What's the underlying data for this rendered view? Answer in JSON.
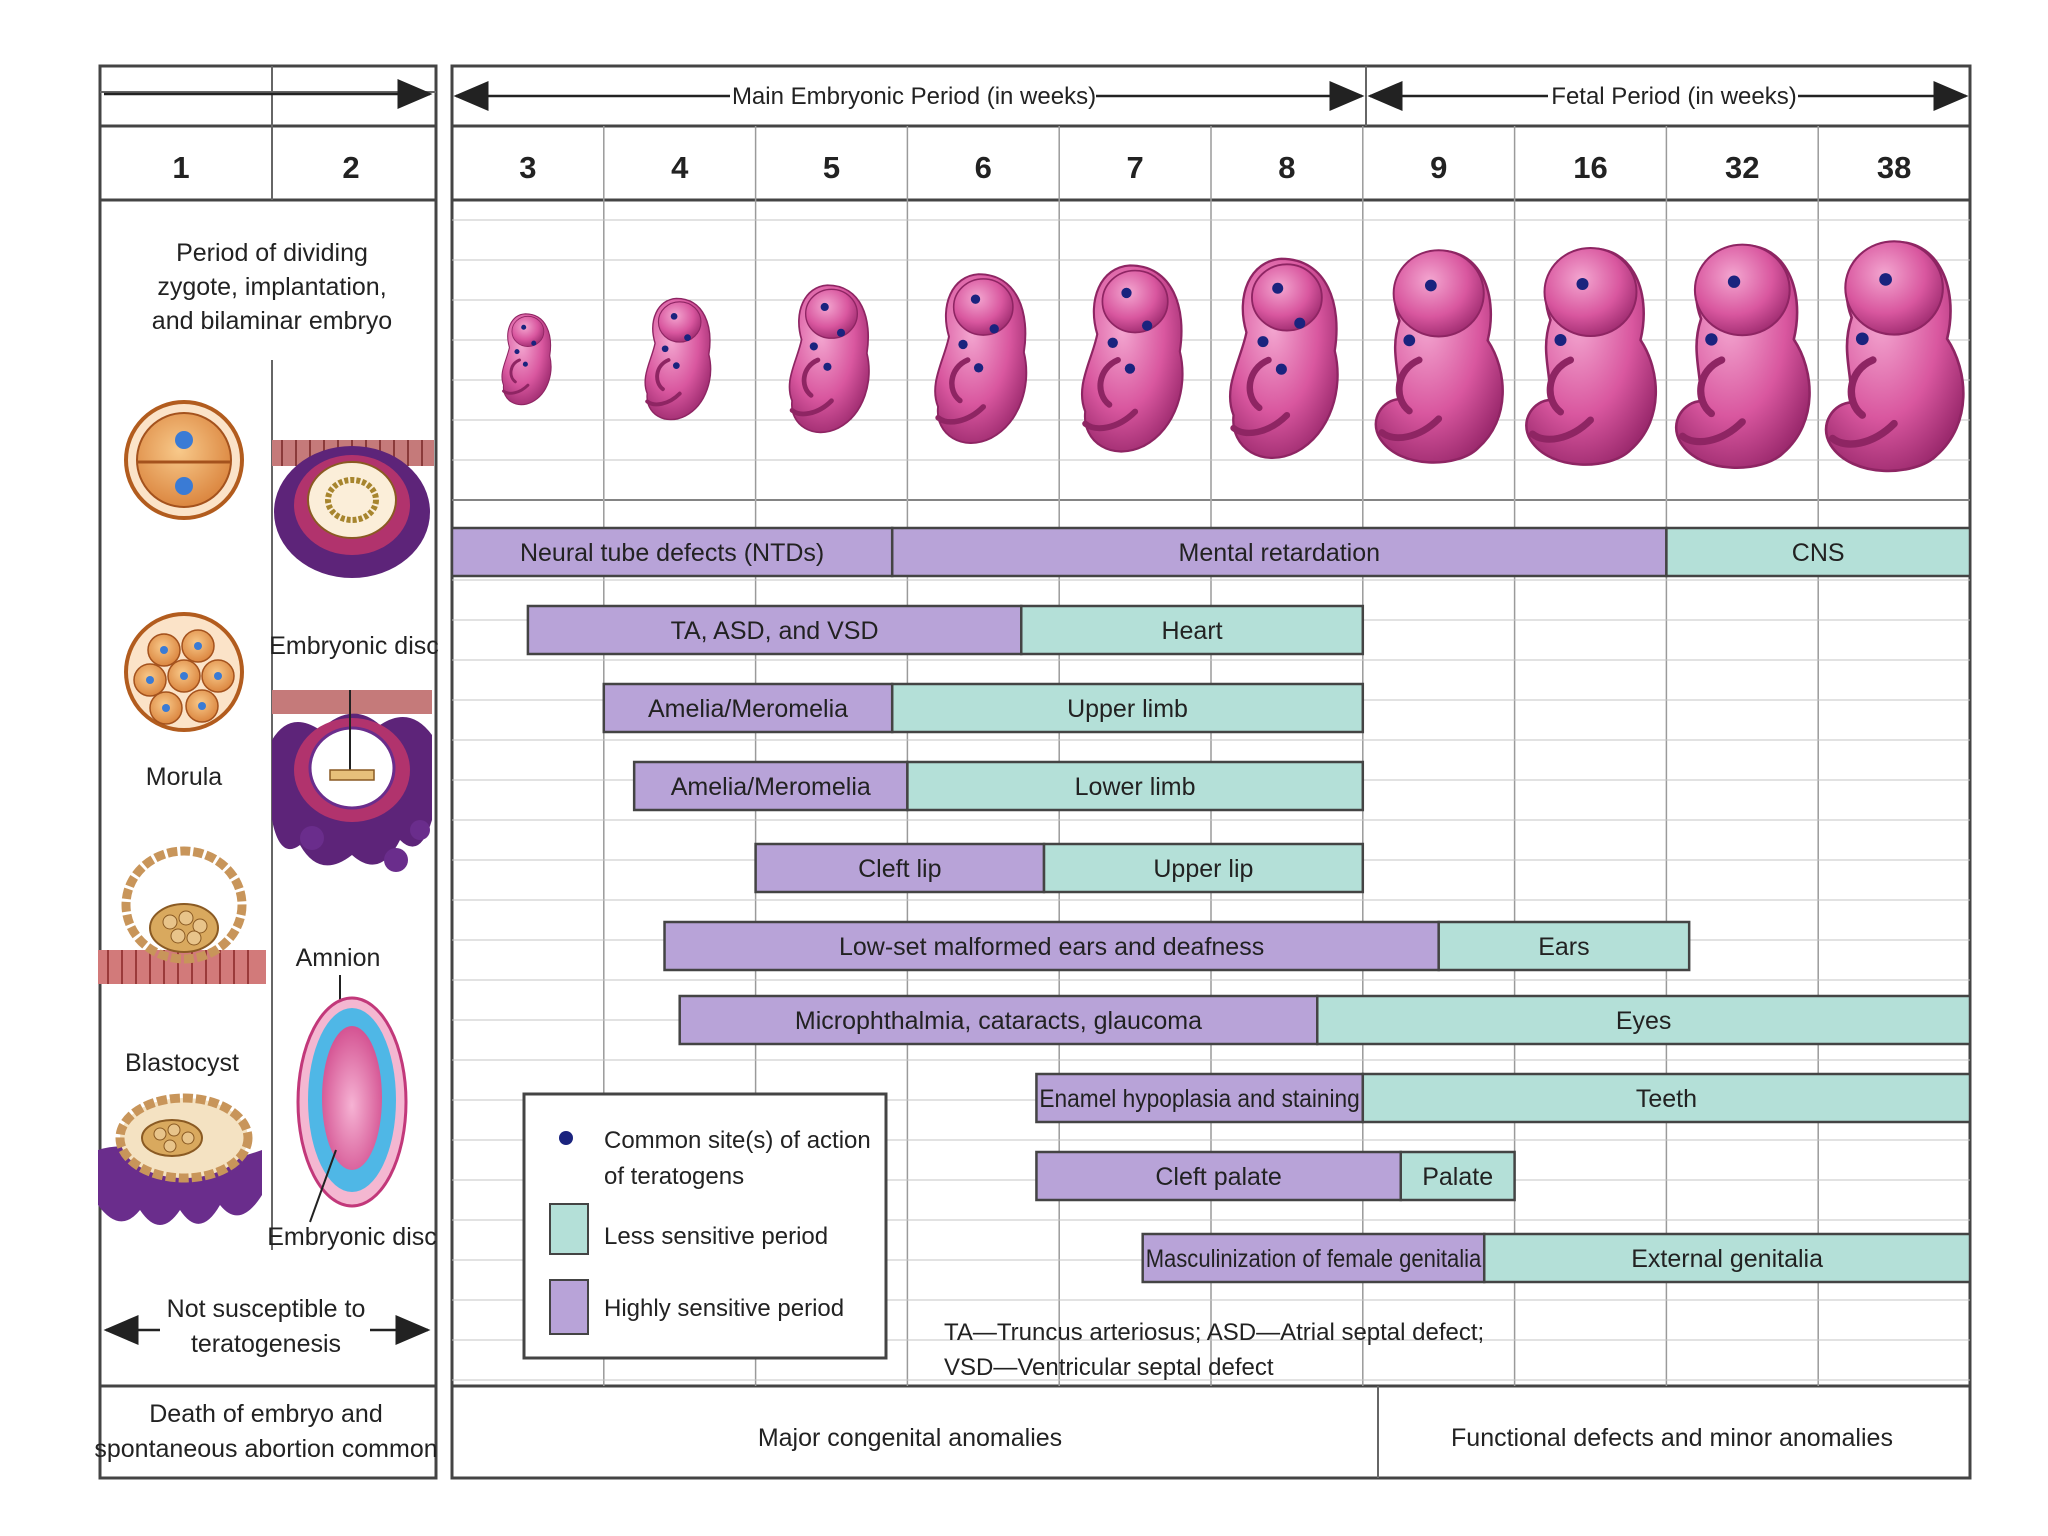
{
  "header": {
    "embryonic_period": "Main Embryonic Period (in weeks)",
    "fetal_period": "Fetal Period (in weeks)",
    "weeks_early": [
      "1",
      "2"
    ],
    "weeks_main": [
      "3",
      "4",
      "5",
      "6",
      "7",
      "8",
      "9",
      "16",
      "32",
      "38"
    ]
  },
  "left_panel": {
    "period_text": [
      "Period of dividing",
      "zygote, implantation,",
      "and bilaminar embryo"
    ],
    "morula": "Morula",
    "blastocyst": "Blastocyst",
    "embryonic_disc_1": "Embryonic disc",
    "amnion": "Amnion",
    "embryonic_disc_2": "Embryonic disc",
    "not_susceptible": [
      "Not susceptible to",
      "teratogenesis"
    ],
    "death_text": [
      "Death of embryo and",
      "spontaneous abortion common"
    ]
  },
  "bars": [
    {
      "row": 0,
      "segments": [
        {
          "label": "Neural tube defects (NTDs)",
          "type": "high",
          "start": 3,
          "end": 5.9
        },
        {
          "label": "Mental retardation",
          "type": "high",
          "start": 5.9,
          "end": 11.0
        },
        {
          "label": "CNS",
          "type": "less",
          "start": 11.0,
          "end": 13.0
        }
      ]
    },
    {
      "row": 1,
      "segments": [
        {
          "label": "TA, ASD, and VSD",
          "type": "high",
          "start": 3.5,
          "end": 6.75
        },
        {
          "label": "Heart",
          "type": "less",
          "start": 6.75,
          "end": 9.0
        }
      ]
    },
    {
      "row": 2,
      "segments": [
        {
          "label": "Amelia/Meromelia",
          "type": "high",
          "start": 4.0,
          "end": 5.9
        },
        {
          "label": "Upper limb",
          "type": "less",
          "start": 5.9,
          "end": 9.0
        }
      ]
    },
    {
      "row": 3,
      "segments": [
        {
          "label": "Amelia/Meromelia",
          "type": "high",
          "start": 4.2,
          "end": 6.0
        },
        {
          "label": "Lower limb",
          "type": "less",
          "start": 6.0,
          "end": 9.0
        }
      ]
    },
    {
      "row": 4,
      "segments": [
        {
          "label": "Cleft lip",
          "type": "high",
          "start": 5.0,
          "end": 6.9
        },
        {
          "label": "Upper lip",
          "type": "less",
          "start": 6.9,
          "end": 9.0
        }
      ]
    },
    {
      "row": 5,
      "segments": [
        {
          "label": "Low-set malformed ears and deafness",
          "type": "high",
          "start": 4.4,
          "end": 9.5
        },
        {
          "label": "Ears",
          "type": "less",
          "start": 9.5,
          "end": 11.15
        }
      ]
    },
    {
      "row": 6,
      "segments": [
        {
          "label": "Microphthalmia, cataracts, glaucoma",
          "type": "high",
          "start": 4.5,
          "end": 8.7
        },
        {
          "label": "Eyes",
          "type": "less",
          "start": 8.7,
          "end": 13.0
        }
      ]
    },
    {
      "row": 7,
      "segments": [
        {
          "label": "Enamel hypoplasia and staining",
          "type": "high",
          "start": 6.85,
          "end": 9.0
        },
        {
          "label": "Teeth",
          "type": "less",
          "start": 9.0,
          "end": 13.0
        }
      ]
    },
    {
      "row": 8,
      "segments": [
        {
          "label": "Cleft palate",
          "type": "high",
          "start": 6.85,
          "end": 9.25
        },
        {
          "label": "Palate",
          "type": "less",
          "start": 9.25,
          "end": 10.0
        }
      ]
    },
    {
      "row": 9,
      "segments": [
        {
          "label": "Masculinization of female genitalia",
          "type": "high",
          "start": 7.55,
          "end": 9.8
        },
        {
          "label": "External genitalia",
          "type": "less",
          "start": 9.8,
          "end": 13.0
        }
      ]
    }
  ],
  "legend": {
    "site_action": [
      "Common site(s) of action",
      "of teratogens"
    ],
    "less_sensitive": "Less sensitive period",
    "highly_sensitive": "Highly sensitive period"
  },
  "footnote": [
    "TA—Truncus arteriosus; ASD—Atrial septal defect;",
    "VSD—Ventricular septal defect"
  ],
  "bottom": {
    "major": "Major congenital anomalies",
    "functional": "Functional defects and minor anomalies"
  },
  "colors": {
    "highly_sensitive": "#b8a3d8",
    "less_sensitive": "#b4e0d8",
    "embryo": "#d9579f",
    "site_dot": "#1a237e",
    "grid": "#9a9a9a"
  }
}
